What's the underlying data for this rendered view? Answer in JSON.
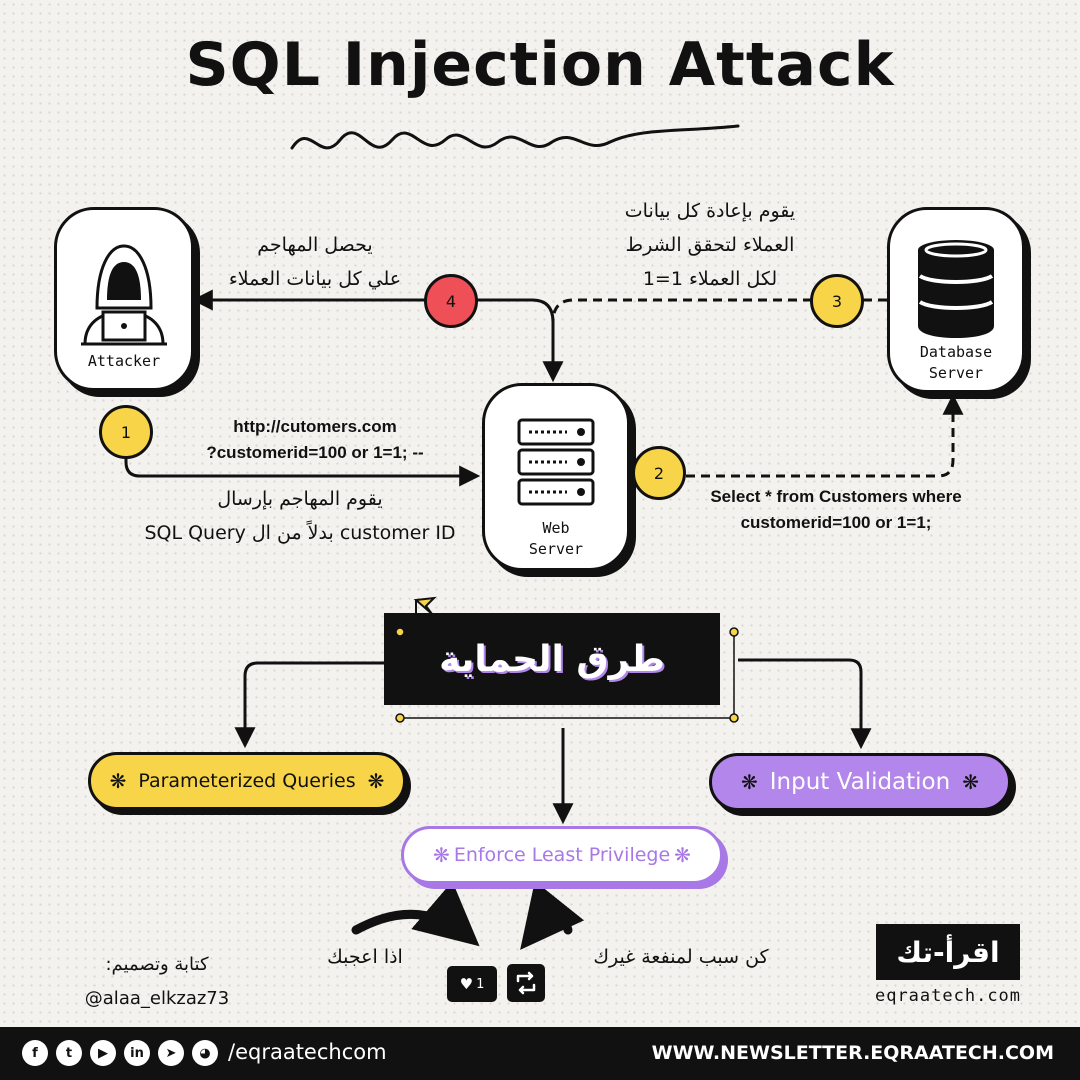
{
  "title": "SQL Injection Attack",
  "nodes": {
    "attacker": "Attacker",
    "web_server": [
      "Web",
      "Server"
    ],
    "database_server": [
      "Database",
      "Server"
    ]
  },
  "steps": {
    "s1": {
      "num": "1",
      "url_line1": "http://cutomers.com",
      "url_line2": "?customerid=100 or 1=1; --",
      "desc_line1": "يقوم المهاجم بإرسال",
      "desc_line2": "customer ID بدلاً من ال SQL Query"
    },
    "s2": {
      "num": "2",
      "query_line1": "Select * from Customers where",
      "query_line2": "customerid=100 or 1=1;"
    },
    "s3": {
      "num": "3",
      "line1": "يقوم بإعادة كل بيانات",
      "line2": "العملاء لتحقق الشرط",
      "line3": "لكل العملاء 1=1"
    },
    "s4": {
      "num": "4",
      "line1": "يحصل المهاجم",
      "line2": "علي كل بيانات العملاء"
    }
  },
  "protection": {
    "heading": "طرق الحماية",
    "methods": [
      "Parameterized Queries",
      "Input Validation",
      "Enforce Least Privilege"
    ],
    "bullet": "❋"
  },
  "bottom": {
    "author_line1": "كتابة وتصميم:",
    "author_line2": "@alaa_elkzaz73",
    "like_text": "اذا اعجبك",
    "share_text": "كن سبب لمنفعة غيرك",
    "like_count": "1",
    "brand_logo": "اقرأ-تك",
    "brand_site": "eqraatech.com"
  },
  "footer": {
    "handle": "/eqraatechcom",
    "newsletter": "WWW.NEWSLETTER.EQRAATECH.COM",
    "social_icons": [
      "facebook-icon",
      "twitter-icon",
      "youtube-icon",
      "linkedin-icon",
      "telegram-icon",
      "github-icon"
    ]
  },
  "colors": {
    "yellow": "#f8d548",
    "red": "#ef4f56",
    "purple": "#b286ea",
    "purple_border": "#a778e6",
    "dark": "#111111",
    "paper": "#f4f2ee"
  }
}
